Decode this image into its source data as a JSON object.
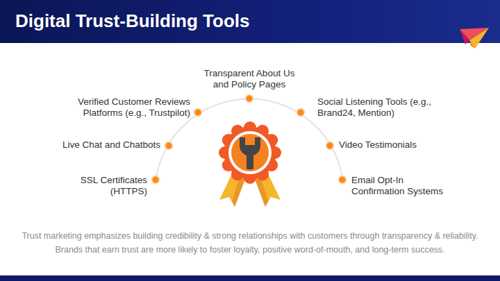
{
  "diagram": {
    "title": "Digital Trust-Building Tools",
    "caption": "Trust marketing emphasizes building credibility & strong relationships with customers through transparency & reliability. Brands that earn trust are more likely to foster loyalty, positive word-of-mouth, and long-term success.",
    "labels": [
      "Transparent About Us and Policy Pages",
      "Verified Customer Reviews Platforms (e.g., Trustpilot)",
      "Social Listening Tools (e.g., Brand24, Mention)",
      "Live Chat and Chatbots",
      "Video Testimonials",
      "SSL Certificates (HTTPS)",
      "Email Opt-In Confirmation Systems"
    ]
  }
}
